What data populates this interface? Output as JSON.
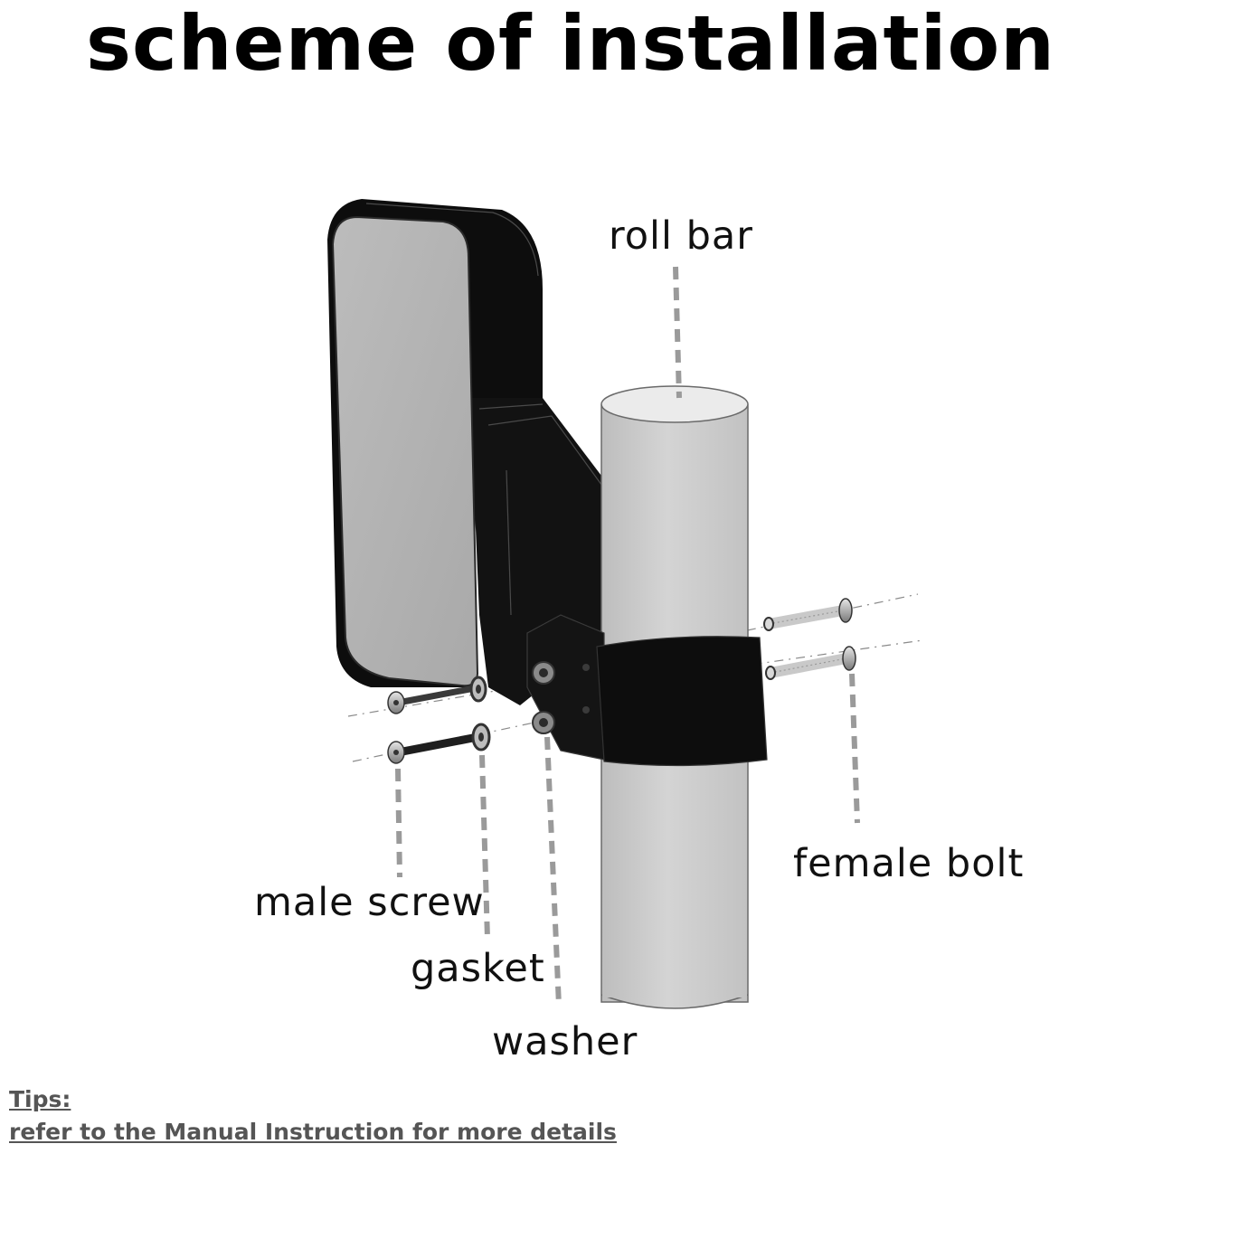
{
  "title": "scheme of installation",
  "labels": {
    "roll_bar": "roll bar",
    "female_bolt": "female bolt",
    "male_screw": "male screw",
    "gasket": "gasket",
    "washer": "washer"
  },
  "tips": {
    "heading": "Tips:",
    "text": "refer to the Manual Instruction for more details"
  },
  "colors": {
    "mirror_body": "#0d0d0d",
    "mirror_glass": "#b4b4b4",
    "roll_bar": "#c9c9c9",
    "leader_line": "#9a9a9a"
  }
}
